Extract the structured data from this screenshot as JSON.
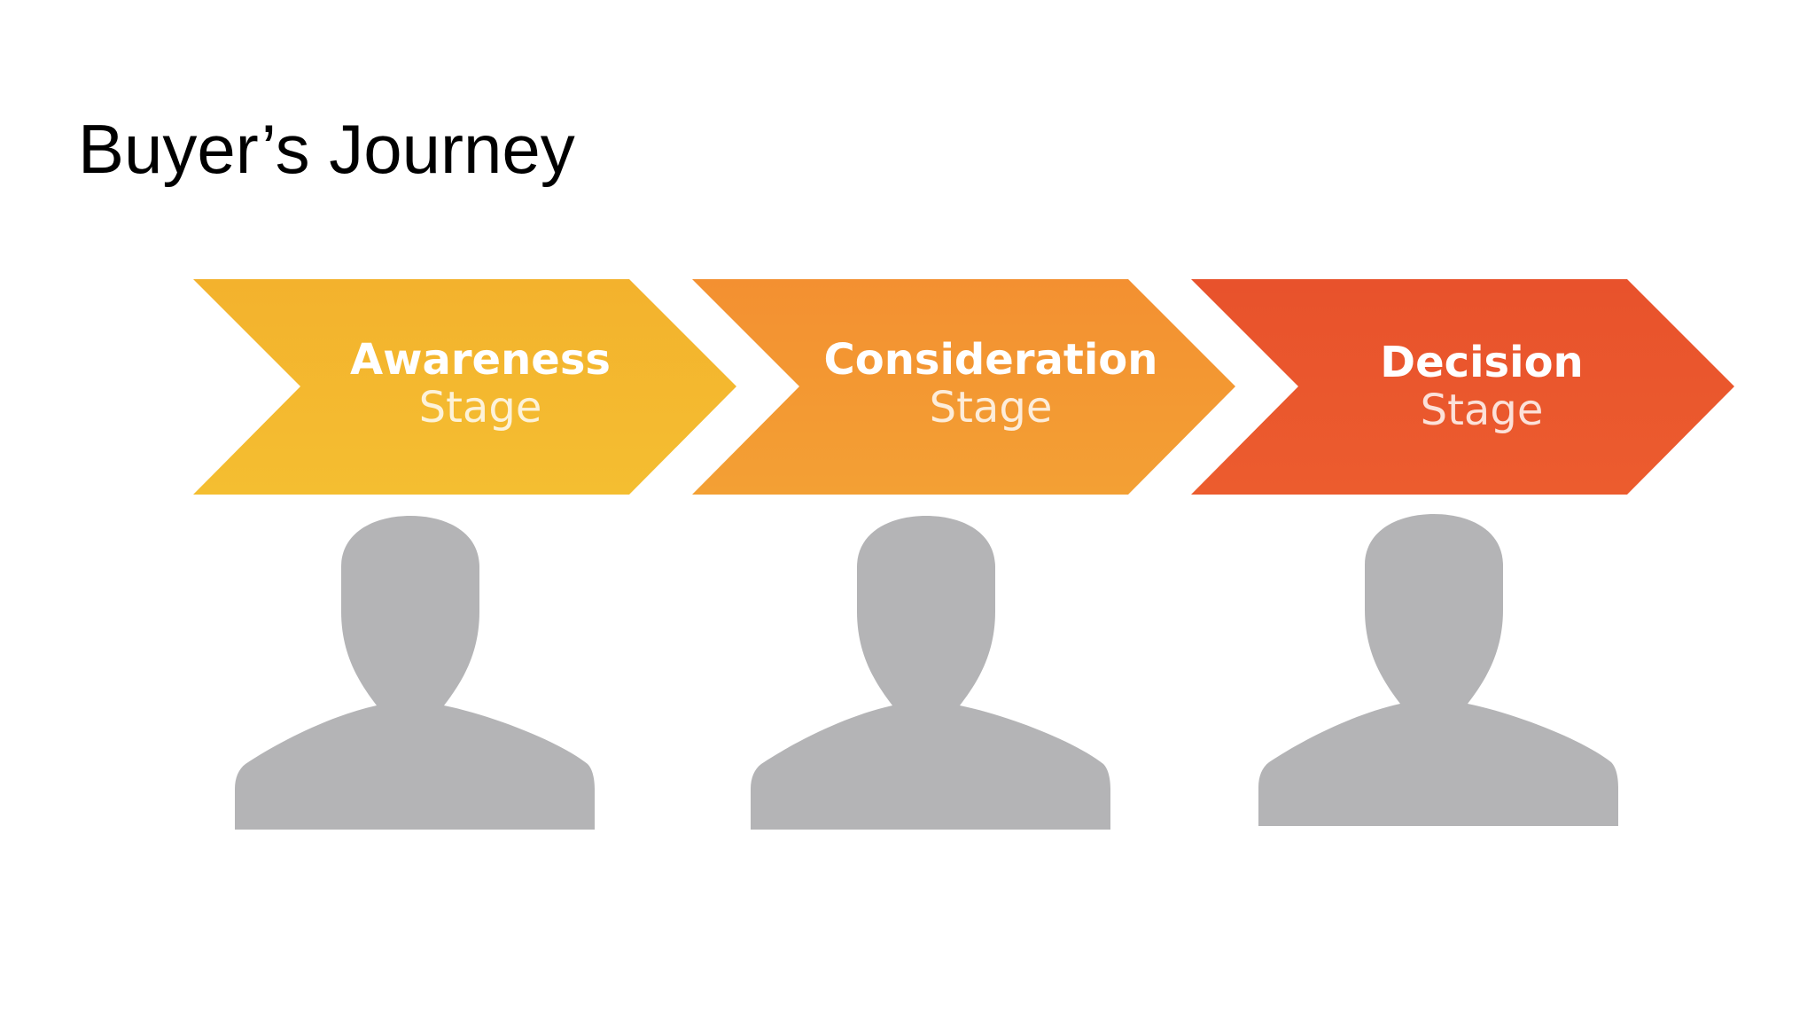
{
  "slide": {
    "title": "Buyer’s Journey"
  },
  "stages": [
    {
      "name": "Awareness",
      "sub": "Stage",
      "color": "#f3b52e",
      "color_light": "#f4bc30",
      "icon": "person-silhouette-icon"
    },
    {
      "name": "Consideration",
      "sub": "Stage",
      "color": "#f39632",
      "color_light": "#f29f33",
      "icon": "person-silhouette-icon"
    },
    {
      "name": "Decision",
      "sub": "Stage",
      "color": "#e9552d",
      "color_light": "#ec5f2e",
      "icon": "person-silhouette-icon"
    }
  ],
  "colors": {
    "person": "#b4b4b6",
    "background": "#ffffff"
  }
}
